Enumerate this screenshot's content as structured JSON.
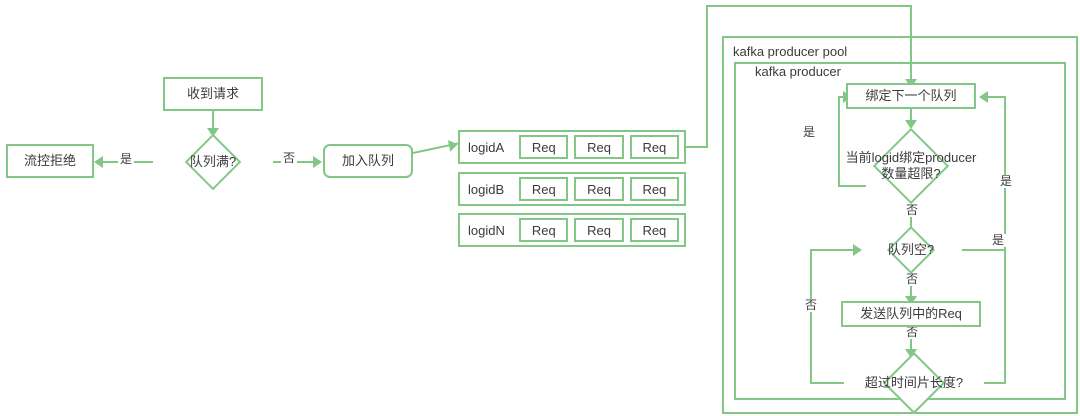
{
  "diagram": {
    "title": "kafka producer queue flow",
    "accent_color": "#82c786",
    "text_color": "#3b3b3b",
    "background": "#ffffff"
  },
  "nodes": {
    "receive_request": "收到请求",
    "queue_full": "队列满?",
    "flow_reject": "流控拒绝",
    "enqueue": "加入队列",
    "bind_next_queue": "绑定下一个队列",
    "logid_limit": "当前logid绑定producer数量超限?",
    "queue_empty": "队列空?",
    "send_req": "发送队列中的Req",
    "timeslice": "超过时间片长度?"
  },
  "containers": {
    "pool_label": "kafka producer pool",
    "producer_label": "kafka producer"
  },
  "queues": [
    {
      "name": "logidA",
      "reqs": [
        "Req",
        "Req",
        "Req"
      ]
    },
    {
      "name": "logidB",
      "reqs": [
        "Req",
        "Req",
        "Req"
      ]
    },
    {
      "name": "logidN",
      "reqs": [
        "Req",
        "Req",
        "Req"
      ]
    }
  ],
  "edge_labels": {
    "full_yes": "是",
    "full_no": "否",
    "limit_yes": "是",
    "limit_no": "否",
    "empty_yes": "是",
    "empty_no": "否",
    "send_no": "否",
    "timeslice_yes": "是",
    "timeslice_no": "否"
  }
}
